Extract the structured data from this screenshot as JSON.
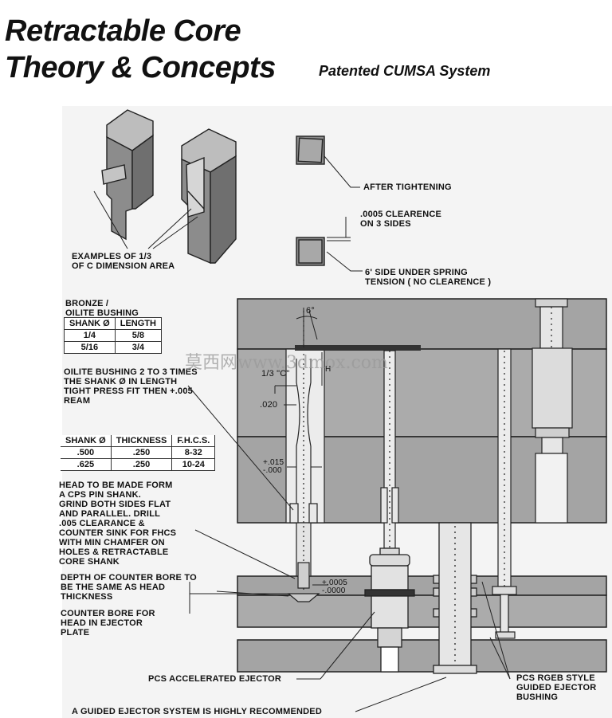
{
  "header": {
    "title_line1": "Retractable Core",
    "title_line2": "Theory & Concepts",
    "subtitle": "Patented CUMSA System"
  },
  "labels": {
    "examples": "EXAMPLES OF 1/3\nOF C DIMENSION AREA",
    "after_tightening": "AFTER TIGHTENING",
    "clearance": ".0005 CLEARENCE\nON 3 SIDES",
    "side_under_spring": "6' SIDE UNDER SPRING\nTENSION ( NO CLEARENCE )",
    "bronze": "BRONZE /\nOILITE BUSHING",
    "oilite_note": "OILITE BUSHING 2 TO 3 TIMES\nTHE SHANK Ø IN LENGTH\nTIGHT PRESS FIT THEN +.005\nREAM",
    "head_note": "HEAD TO BE MADE FORM\nA CPS PIN SHANK.\nGRIND BOTH SIDES FLAT\nAND PARALLEL. DRILL\n.005 CLEARANCE  &\nCOUNTER SINK FOR FHCS\nWITH MIN CHAMFER ON\nHOLES & RETRACTABLE\nCORE SHANK",
    "depth_note": "DEPTH OF COUNTER BORE TO\nBE THE SAME AS HEAD\nTHICKNESS",
    "counter_bore": "COUNTER BORE FOR\nHEAD IN EJECTOR\nPLATE",
    "pcs_accel": "PCS ACCELERATED EJECTOR",
    "pcs_rgeb": "PCS RGEB STYLE\nGUIDED EJECTOR\nBUSHING",
    "recommend": "A GUIDED EJECTOR SYSTEM IS HIGHLY RECOMMENDED",
    "dim_6": "6°",
    "dim_h": "H",
    "dim_third_c": "1/3 \"C\"",
    "dim_020": ".020",
    "dim_015_top": "+.015",
    "dim_015_bot": "-.000",
    "dim_0005_top": "+.0005",
    "dim_0005_bot": "-.0000"
  },
  "bushing_table": {
    "headers": [
      "SHANK Ø",
      "LENGTH"
    ],
    "rows": [
      [
        "1/4",
        "5/8"
      ],
      [
        "5/16",
        "3/4"
      ]
    ]
  },
  "fhcs_table": {
    "headers": [
      "SHANK Ø",
      "THICKNESS",
      "F.H.C.S."
    ],
    "rows": [
      [
        ".500",
        ".250",
        "8-32"
      ],
      [
        ".625",
        ".250",
        "10-24"
      ]
    ]
  },
  "watermark": "莫西网www.3dmox.com"
}
